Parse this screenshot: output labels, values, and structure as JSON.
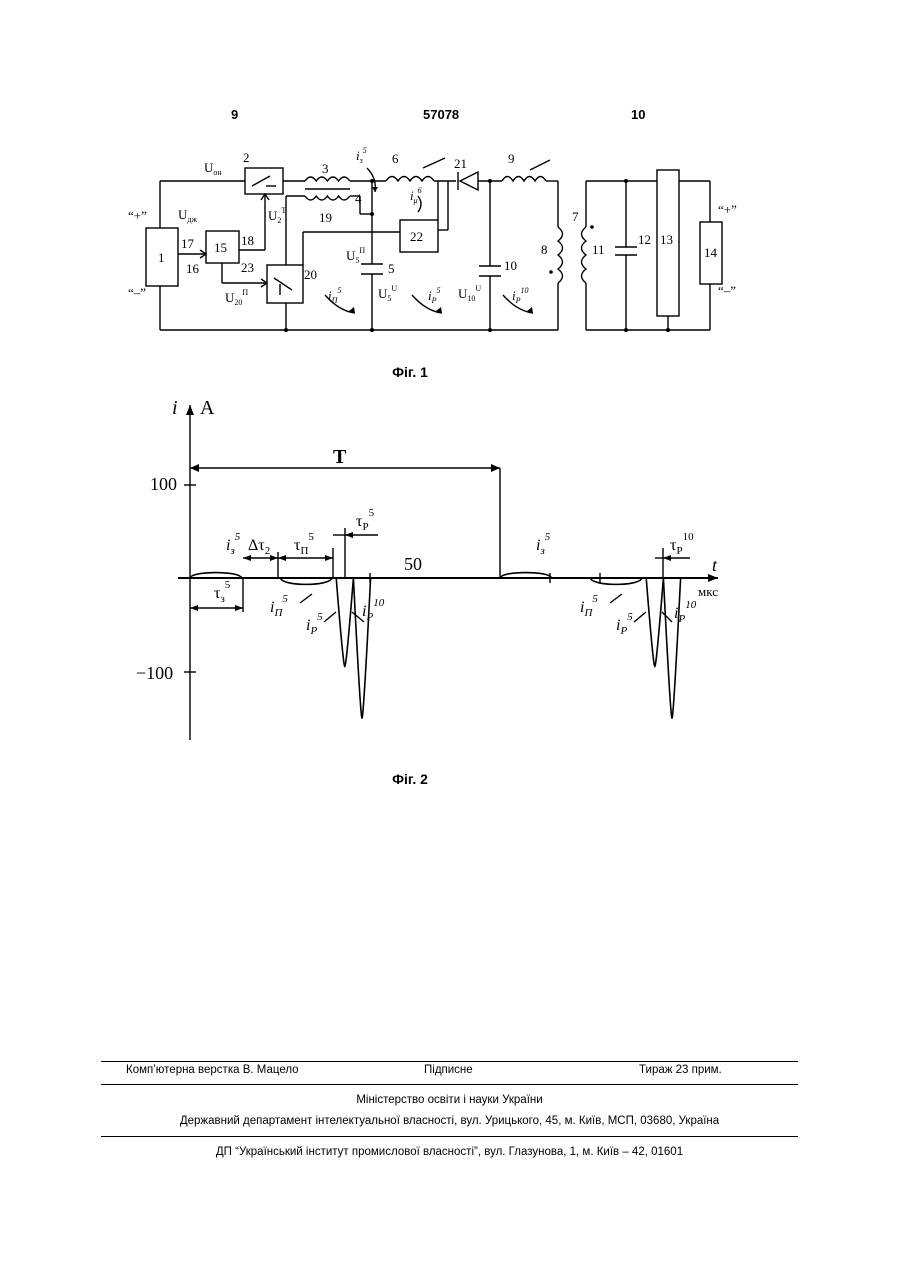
{
  "header": {
    "left_page": "9",
    "patent_number": "57078",
    "right_page": "10"
  },
  "fig1": {
    "caption": "Фіг. 1",
    "labels": {
      "u_on": "U",
      "u_on_sub": "он",
      "u_dzh": "U",
      "u_dzh_sub": "дж",
      "plus": "“+”",
      "minus": "“–”",
      "plus_r": "“+”",
      "minus_r": "“–”",
      "b1": "1",
      "b2": "2",
      "b3": "3",
      "b4": "4",
      "b5": "5",
      "b6": "6",
      "b7": "7",
      "b8": "8",
      "b9": "9",
      "b10": "10",
      "b11": "11",
      "b12": "12",
      "b13": "13",
      "b14": "14",
      "b15": "15",
      "b16": "16",
      "b17": "17",
      "b18": "18",
      "b19": "19",
      "b20": "20",
      "b21": "21",
      "b22": "22",
      "b23": "23",
      "i3": "i",
      "i3_sub": "з",
      "i3_sup": "5",
      "imu": "i",
      "imu_sub": "μ",
      "imu_sup": "6",
      "u2": "U",
      "u2_sub": "2",
      "u2_sup": "T",
      "u5p": "U",
      "u5p_sub": "5",
      "u5p_sup": "П",
      "u5u": "U",
      "u5u_sub": "5",
      "u5u_sup": "U",
      "u10": "U",
      "u10_sub": "10",
      "u10_sup": "U",
      "u20": "U",
      "u20_sub": "20",
      "u20_sup": "П",
      "ip": "i",
      "ip_sub": "П",
      "ip_sup": "5",
      "ir5": "i",
      "ir5_sub": "Р",
      "ir5_sup": "5",
      "ir10": "i",
      "ir10_sub": "Р",
      "ir10_sup": "10"
    }
  },
  "fig2": {
    "caption": "Фіг. 2",
    "labels": {
      "y_var": "i",
      "y_unit": "A",
      "x_var": "t",
      "x_unit": "мкс",
      "tick_100": "100",
      "tick_m100": "−100",
      "tick_50": "50",
      "period": "T",
      "i3a": "i",
      "i3a_sub": "з",
      "i3a_sup": "5",
      "i3b": "i",
      "i3b_sub": "з",
      "i3b_sup": "5",
      "tau3": "τ",
      "tau3_sub": "з",
      "tau3_sup": "5",
      "dtau": "Δτ",
      "dtau_sub": "2",
      "taup": "τ",
      "taup_sub": "П",
      "taup_sup": "5",
      "taur5": "τ",
      "taur5_sub": "Р",
      "taur5_sup": "5",
      "taur10": "τ",
      "taur10_sub": "Р",
      "taur10_sup": "10",
      "ipa": "i",
      "ipa_sub": "П",
      "ipa_sup": "5",
      "ipb": "i",
      "ipb_sub": "П",
      "ipb_sup": "5",
      "ir5a": "i",
      "ir5a_sub": "Р",
      "ir5a_sup": "5",
      "ir5b": "i",
      "ir5b_sub": "Р",
      "ir5b_sup": "5",
      "ir10a": "i",
      "ir10a_sub": "Р",
      "ir10a_sup": "10",
      "ir10b": "i",
      "ir10b_sub": "Р",
      "ir10b_sup": "10"
    }
  },
  "chart_data": {
    "type": "line",
    "title": "",
    "xlabel": "t, мкс",
    "ylabel": "i, A",
    "y_ticks": [
      100,
      -100
    ],
    "x_ticks": [
      50
    ],
    "period": "T",
    "series": [
      {
        "name": "i з 5",
        "points": [
          [
            0,
            0
          ],
          [
            4,
            12
          ],
          [
            8,
            12
          ],
          [
            12,
            0
          ]
        ]
      },
      {
        "name": "i П 5",
        "points": [
          [
            21,
            0
          ],
          [
            25,
            -14
          ],
          [
            29,
            -14
          ],
          [
            33,
            0
          ]
        ]
      },
      {
        "name": "i Р 5",
        "points": [
          [
            34,
            0
          ],
          [
            36,
            -95
          ],
          [
            38,
            0
          ]
        ]
      },
      {
        "name": "i Р 10",
        "points": [
          [
            38,
            0
          ],
          [
            40,
            -150
          ],
          [
            42,
            0
          ]
        ]
      }
    ]
  },
  "footer": {
    "typeset": "Комп’ютерна верстка В. Мацело",
    "signed": "Підписне",
    "circulation": "Тираж 23 прим.",
    "ministry": "Міністерство освіти і науки України",
    "department": "Державний департамент інтелектуальної власності, вул. Урицького, 45, м. Київ, МСП, 03680, Україна",
    "institute": "ДП “Український інститут промислової власності”, вул. Глазунова, 1, м. Київ – 42, 01601"
  }
}
